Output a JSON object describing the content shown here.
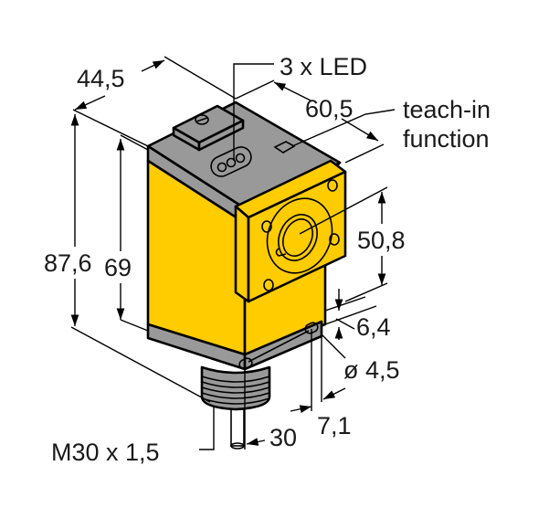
{
  "drawing": {
    "title": "Sensor dimension drawing",
    "colors": {
      "housing_yellow": "#FFCC00",
      "housing_grey": "#999999",
      "lens_grey": "#D0D0D0",
      "line": "#000000",
      "text": "#1a1a1a",
      "background": "#FFFFFF"
    },
    "labels": {
      "width_top": "44,5",
      "led": "3 x LED",
      "depth_top": "60,5",
      "teach_in_line1": "teach-in",
      "teach_in_line2": "function",
      "height_total": "87,6",
      "height_body": "69",
      "lens_height": "50,8",
      "mount_offset": "6,4",
      "hole_diameter": "ø 4,5",
      "hole_edge": "7,1",
      "connector_offset": "30",
      "thread": "M30 x 1,5"
    }
  }
}
